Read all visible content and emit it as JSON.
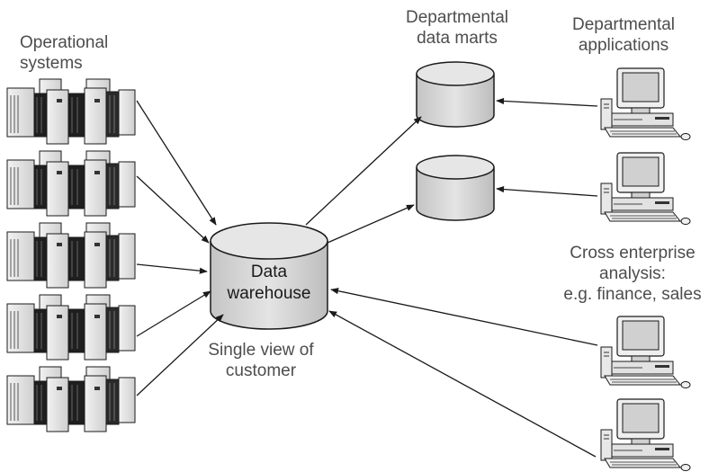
{
  "labels": {
    "operational_systems": [
      "Operational",
      "systems"
    ],
    "departmental_data_marts": [
      "Departmental",
      "data marts"
    ],
    "departmental_applications": [
      "Departmental",
      "applications"
    ],
    "data_warehouse": [
      "Data",
      "warehouse"
    ],
    "single_view": [
      "Single view of",
      "customer"
    ],
    "cross_enterprise": [
      "Cross enterprise",
      "analysis:",
      "e.g. finance, sales"
    ]
  },
  "colors": {
    "cylinder_fill": "#d6d6d6",
    "cylinder_shade": "#b8b8b8",
    "stroke": "#1a1a1a",
    "text": "#4d4d4d"
  },
  "icons": {
    "server": "server-rack-icon",
    "cylinder": "database-cylinder-icon",
    "workstation": "desktop-computer-icon"
  }
}
